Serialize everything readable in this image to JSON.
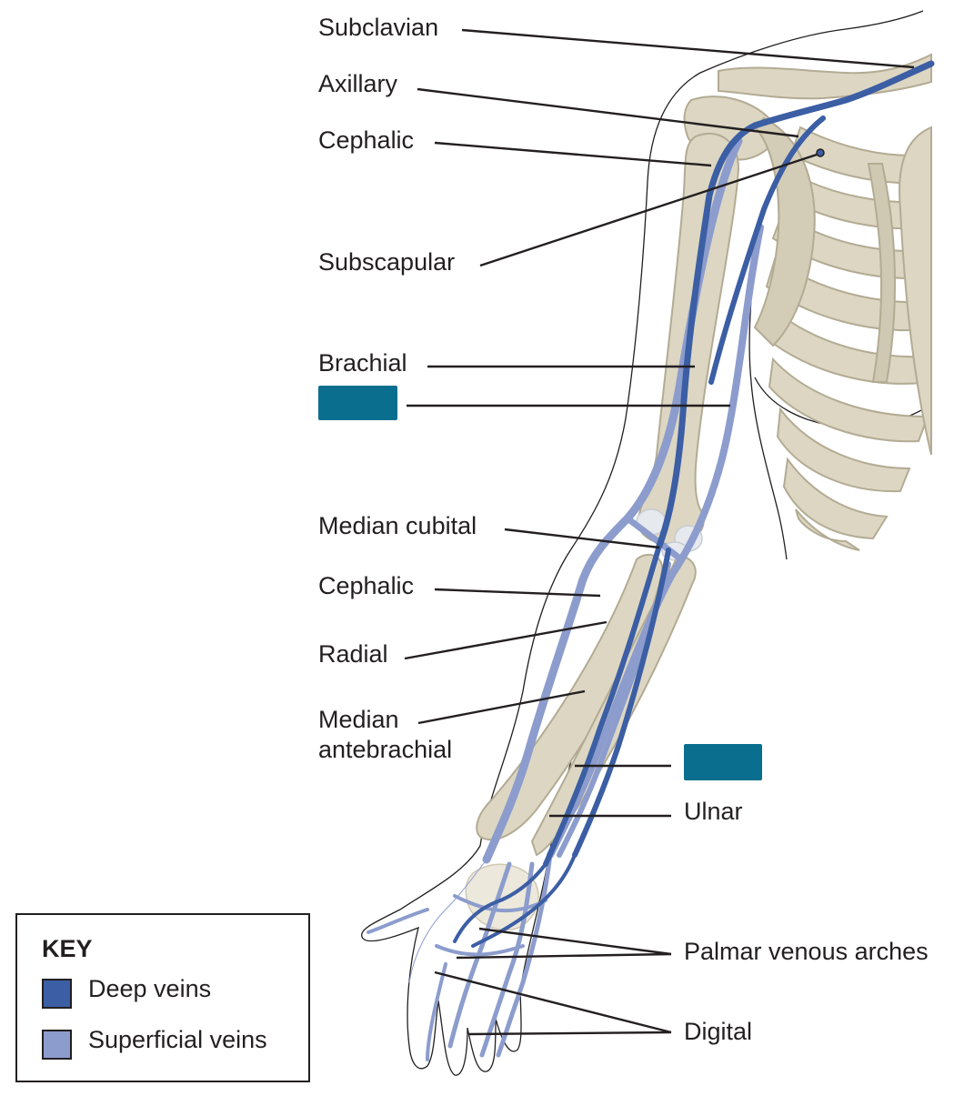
{
  "colors": {
    "deep_vein": "#3b5ea4",
    "superficial_vein": "#8c9ccd",
    "bone": "#dcd6c3",
    "bone_outline": "#b3ab93",
    "blank_box": "#0a6f8e",
    "leader_line": "#231f20"
  },
  "labels": {
    "subclavian": "Subclavian",
    "axillary": "Axillary",
    "cephalic_upper": "Cephalic",
    "subscapular": "Subscapular",
    "brachial": "Brachial",
    "median_cubital": "Median cubital",
    "cephalic_lower": "Cephalic",
    "radial": "Radial",
    "median_antebrachial_1": "Median",
    "median_antebrachial_2": "antebrachial",
    "ulnar": "Ulnar",
    "palmar_venous_arches": "Palmar venous arches",
    "digital": "Digital"
  },
  "key": {
    "title": "KEY",
    "deep": "Deep veins",
    "superficial": "Superficial veins"
  }
}
